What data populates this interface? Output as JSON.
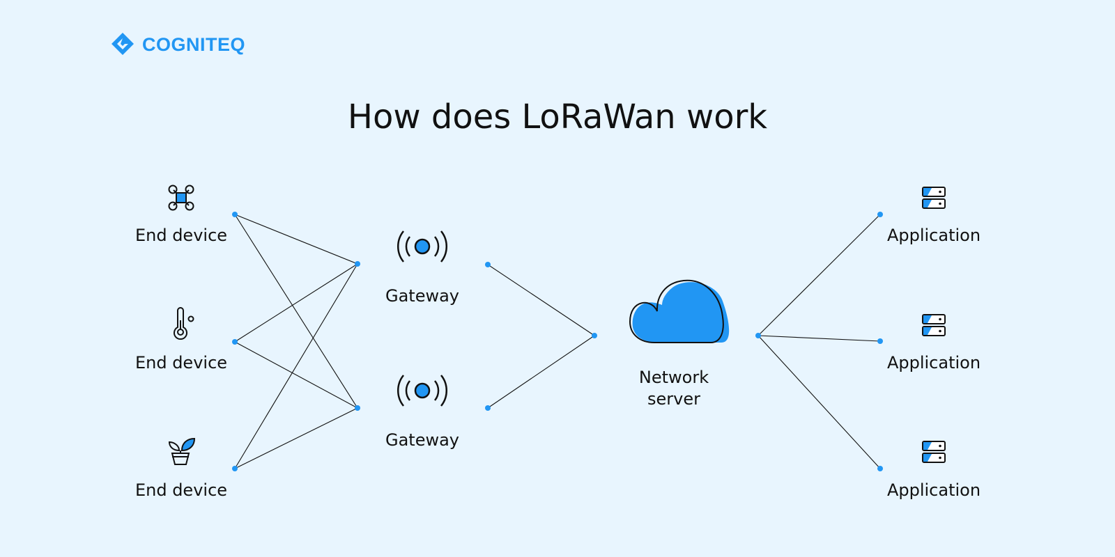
{
  "brand": {
    "name": "COGNITEQ",
    "color": "#2196f3"
  },
  "title": "How does LoRaWan work",
  "colors": {
    "accent": "#2196f3",
    "line": "#111111",
    "background": "#e8f5fe"
  },
  "end_devices": [
    {
      "label": "End device",
      "icon": "drone-icon"
    },
    {
      "label": "End device",
      "icon": "thermometer-icon"
    },
    {
      "label": "End device",
      "icon": "plant-icon"
    }
  ],
  "gateways": [
    {
      "label": "Gateway",
      "icon": "antenna-icon"
    },
    {
      "label": "Gateway",
      "icon": "antenna-icon"
    }
  ],
  "network_server": {
    "label_line1": "Network",
    "label_line2": "server",
    "icon": "cloud-icon"
  },
  "applications": [
    {
      "label": "Application",
      "icon": "server-icon"
    },
    {
      "label": "Application",
      "icon": "server-icon"
    },
    {
      "label": "Application",
      "icon": "server-icon"
    }
  ]
}
